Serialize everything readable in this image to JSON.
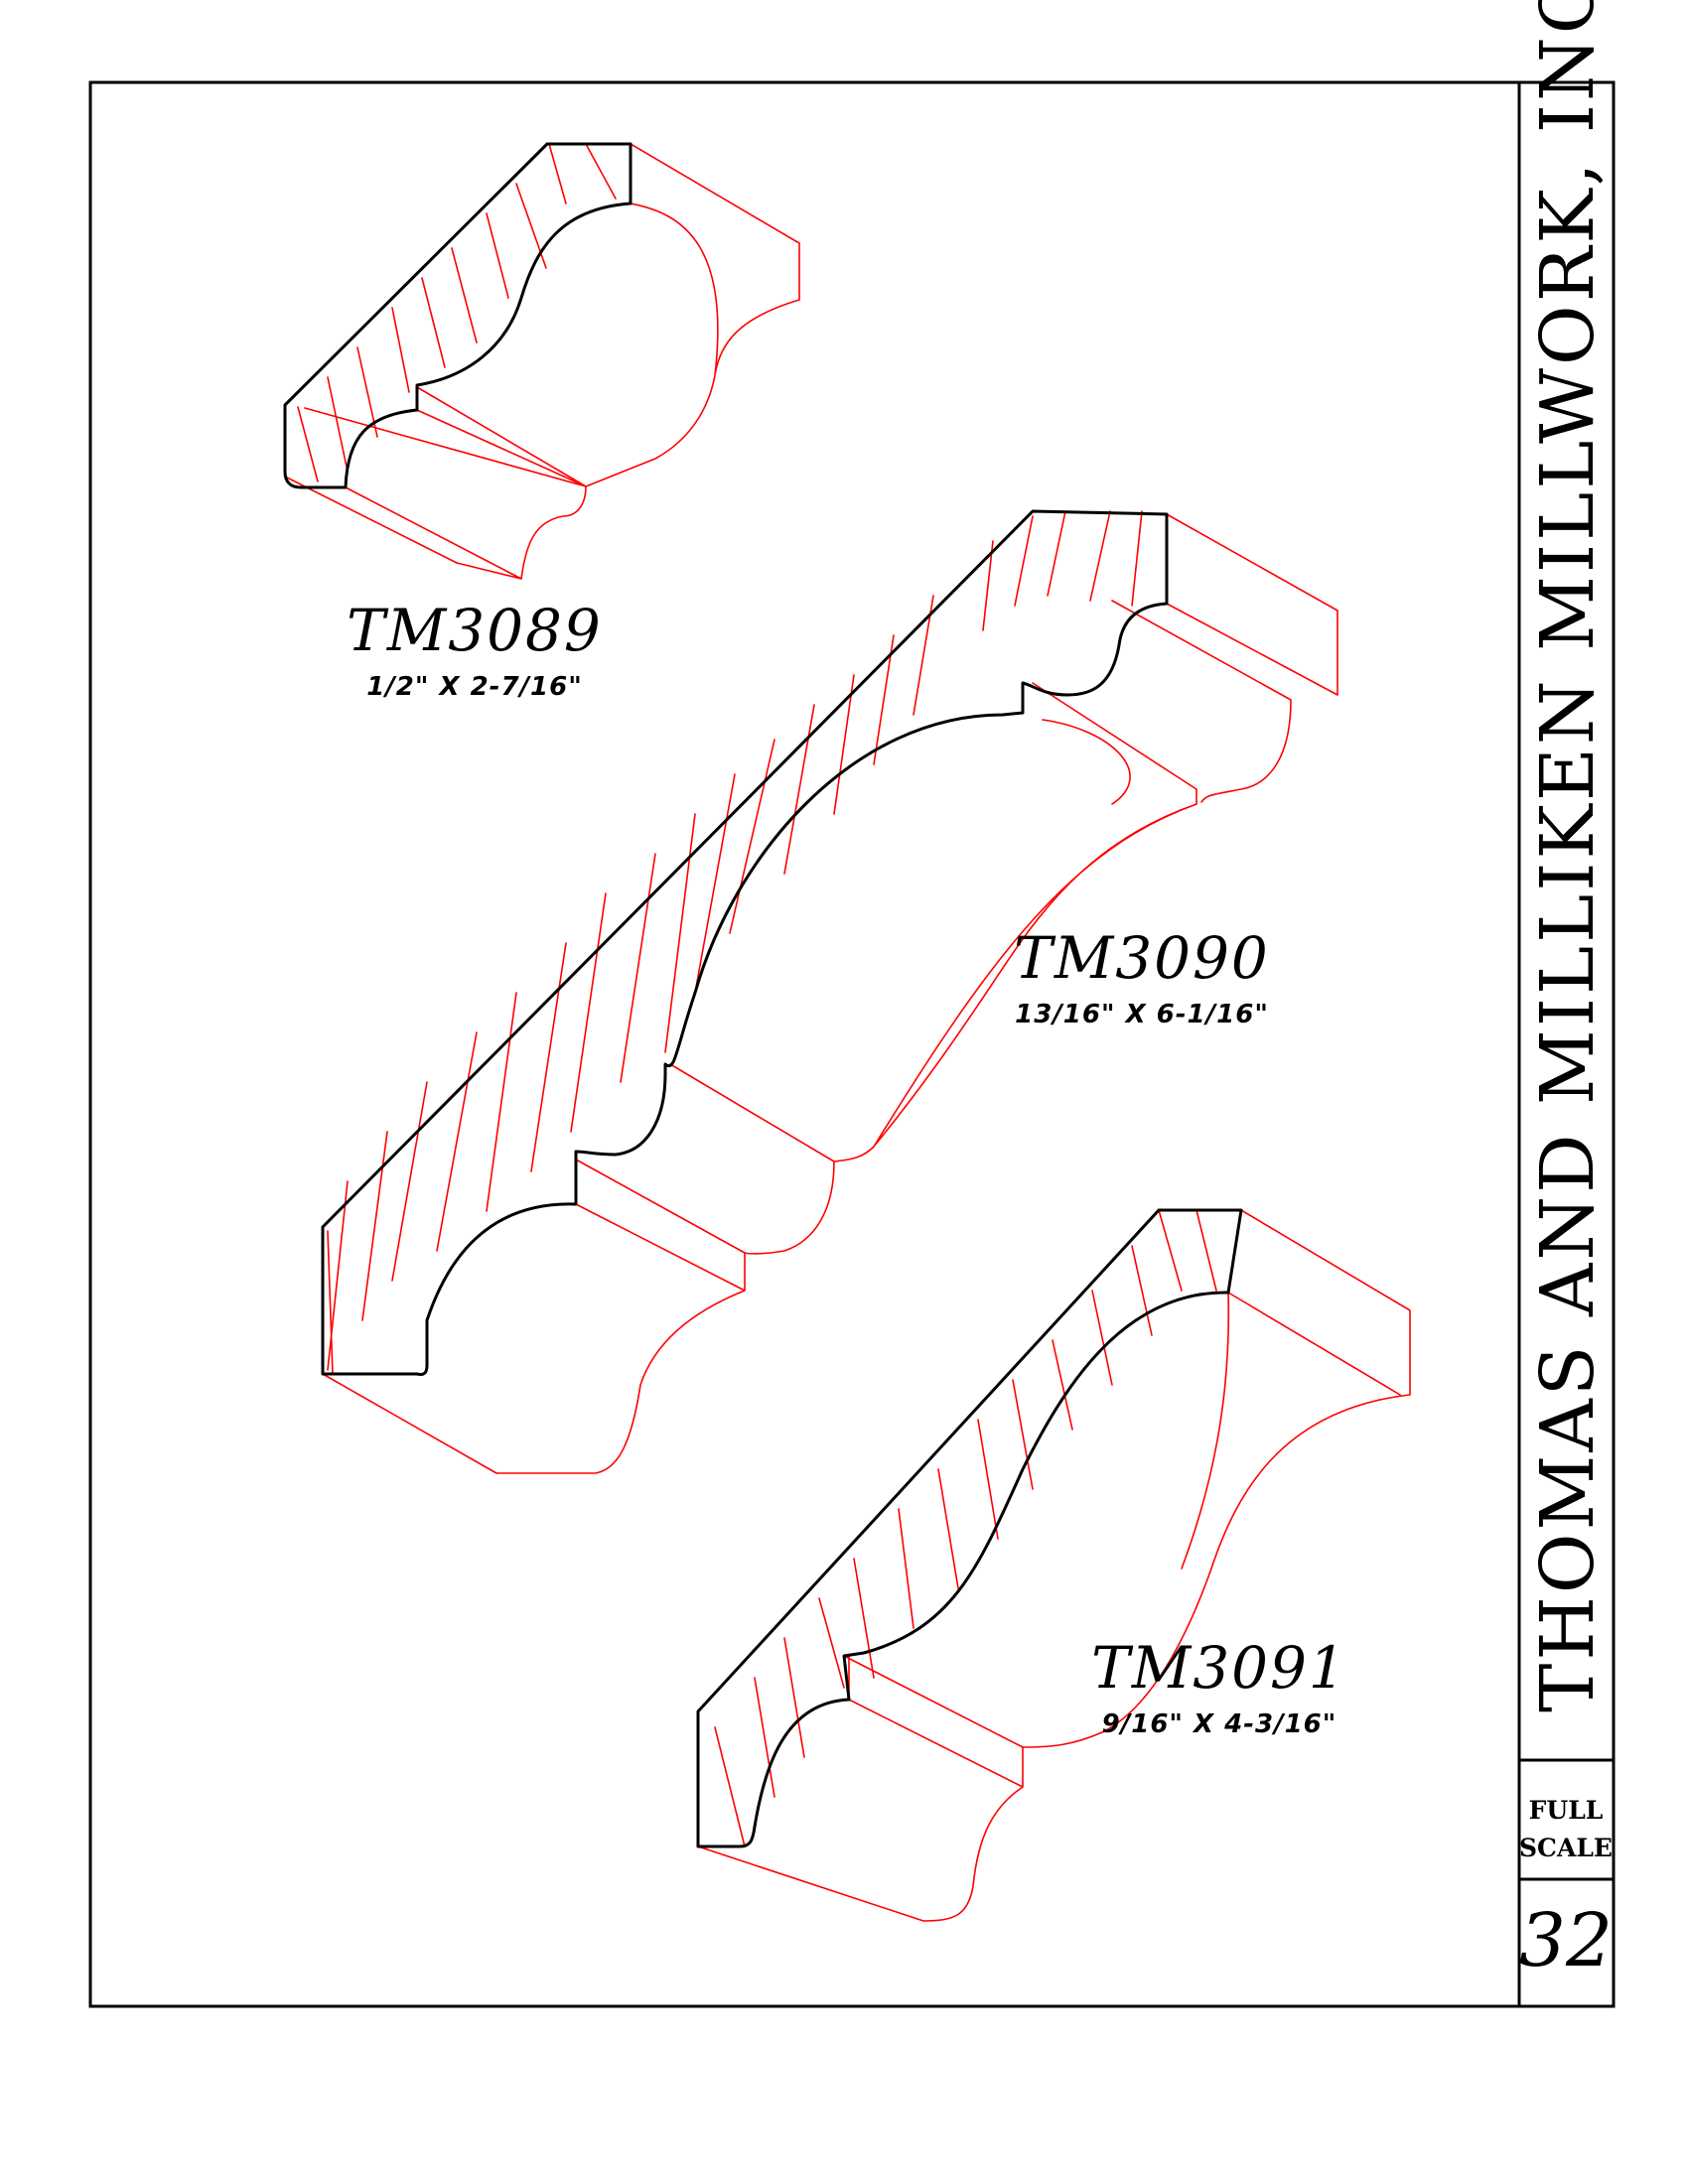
{
  "company": "THOMAS AND MILLIKEN MILLWORK, INC.",
  "scale": {
    "line1": "FULL",
    "line2": "SCALE"
  },
  "page_number": "32",
  "profiles": [
    {
      "part": "TM3089",
      "dimensions": "1/2\"  X  2-7/16\""
    },
    {
      "part": "TM3090",
      "dimensions": "13/16\"  X  6-1/16\""
    },
    {
      "part": "TM3091",
      "dimensions": "9/16\"  X  4-3/16\""
    }
  ],
  "colors": {
    "outline": "#000000",
    "linework": "#ff0000"
  }
}
